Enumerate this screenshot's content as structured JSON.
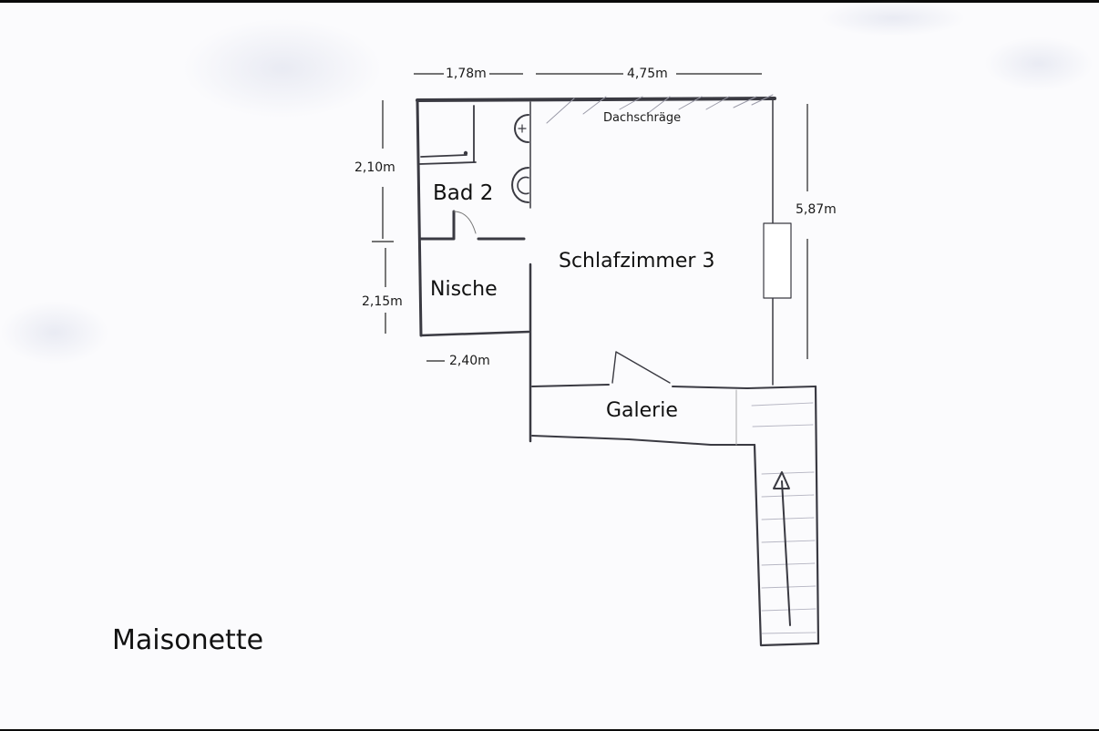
{
  "plan": {
    "title": "Maisonette",
    "rooms": {
      "bath": "Bad 2",
      "niche": "Nische",
      "bedroom": "Schlafzimmer 3",
      "gallery": "Galerie"
    },
    "annotations": {
      "sloped_roof": "Dachschräge"
    },
    "dimensions": {
      "bath_width": "1,78m",
      "bedroom_width": "4,75m",
      "bath_depth": "2,10m",
      "niche_depth": "2,15m",
      "niche_width": "2,40m",
      "bedroom_depth": "5,87m"
    },
    "symbols": [
      "shower-tray",
      "sink",
      "toilet",
      "door-swing",
      "window",
      "staircase-arrow"
    ],
    "colors": {
      "pencil": "#3a3a42",
      "ink": "#111111",
      "paper": "#fbfbfd"
    }
  }
}
